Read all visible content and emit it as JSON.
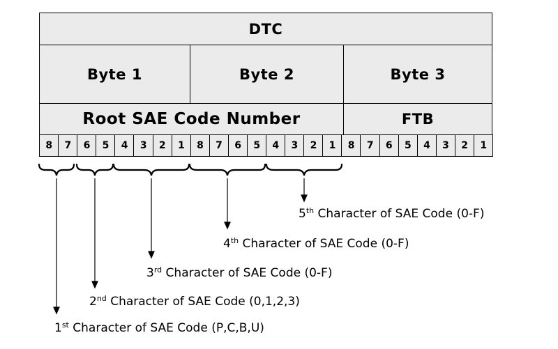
{
  "dtc": "DTC",
  "bytes": [
    "Byte 1",
    "Byte 2",
    "Byte 3"
  ],
  "root_label": "Root SAE Code Number",
  "ftb_label": "FTB",
  "bits": [
    "8",
    "7",
    "6",
    "5",
    "4",
    "3",
    "2",
    "1",
    "8",
    "7",
    "6",
    "5",
    "4",
    "3",
    "2",
    "1",
    "8",
    "7",
    "6",
    "5",
    "4",
    "3",
    "2",
    "1"
  ],
  "characters": [
    {
      "ord": "1",
      "sup": "st",
      "text": " Character of SAE Code (P,C,B,U)"
    },
    {
      "ord": "2",
      "sup": "nd",
      "text": " Character of SAE Code (0,1,2,3)"
    },
    {
      "ord": "3",
      "sup": "rd",
      "text": " Character of SAE Code (0-F)"
    },
    {
      "ord": "4",
      "sup": "th",
      "text": " Character of SAE Code (0-F)"
    },
    {
      "ord": "5",
      "sup": "th",
      "text": " Character of SAE Code (0-F)"
    }
  ]
}
